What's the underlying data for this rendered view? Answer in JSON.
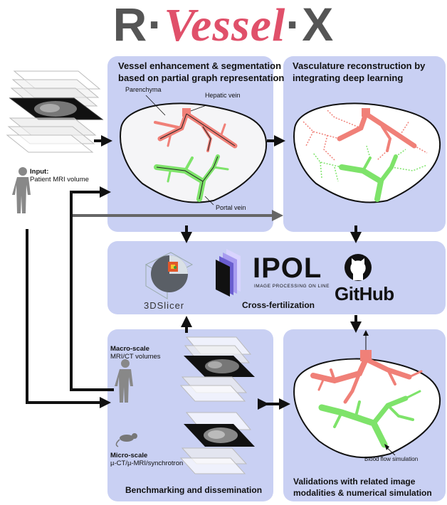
{
  "title": {
    "part1": "R",
    "dot1": "·",
    "part2": "Vessel",
    "dot2": "·",
    "part3": "X"
  },
  "input": {
    "label_bold": "Input:",
    "label": "Patient MRI volume"
  },
  "panel_segmentation": {
    "title_line1": "Vessel enhancement & segmentation",
    "title_line2": "based on partial graph representation",
    "label_parenchyma": "Parenchyma",
    "label_hepatic": "Hepatic vein",
    "label_portal": "Portal vein"
  },
  "panel_reconstruction": {
    "title_line1": "Vasculature reconstruction by",
    "title_line2": "integrating deep learning"
  },
  "panel_cross": {
    "label": "Cross-fertilization",
    "slicer": "3DSlicer",
    "ipol_name": "IPOL",
    "ipol_sub": "IMAGE PROCESSING ON LINE",
    "github": "GitHub"
  },
  "panel_benchmark": {
    "macro_bold": "Macro-scale",
    "macro": "MRI/CT volumes",
    "micro_bold": "Micro-scale",
    "micro": "µ-CT/µ-MRI/synchrotron",
    "title": "Benchmarking and dissemination"
  },
  "panel_validation": {
    "blood_flow": "Blood flow simulation",
    "title_line1": "Validations with related image",
    "title_line2": "modalities & numerical simulation"
  },
  "colors": {
    "panel": "#c9d0f3",
    "hepatic": "#f08078",
    "portal": "#7ee36a",
    "title": "#555555",
    "title_pink": "#e0506a"
  }
}
